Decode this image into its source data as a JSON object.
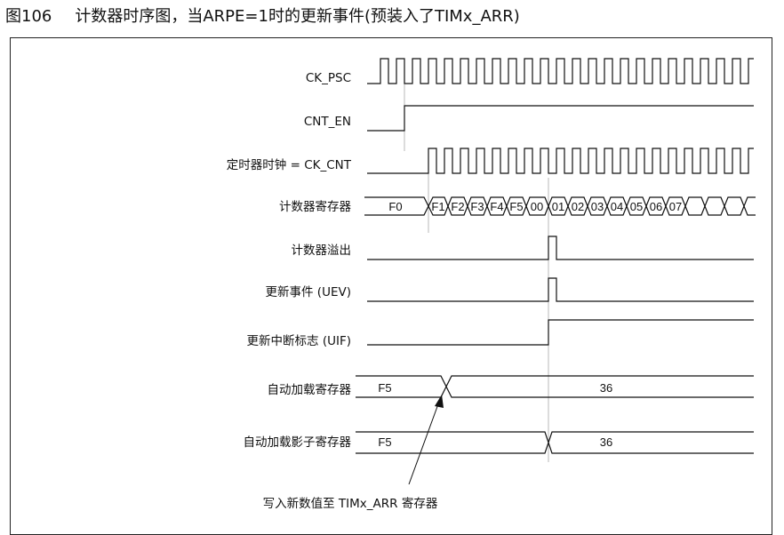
{
  "caption": {
    "figure_no": "图106",
    "title": "计数器时序图，当ARPE=1时的更新事件(预装入了TIMx_ARR)"
  },
  "signals": {
    "ck_psc": "CK_PSC",
    "cnt_en": "CNT_EN",
    "ck_cnt": "定时器时钟 = CK_CNT",
    "counter_reg": "计数器寄存器",
    "overflow": "计数器溢出",
    "uev": "更新事件 (UEV)",
    "uif": "更新中断标志 (UIF)",
    "arr": "自动加载寄存器",
    "arr_shadow": "自动加载影子寄存器"
  },
  "counter_values": [
    "F0",
    "F1",
    "F2",
    "F3",
    "F4",
    "F5",
    "00",
    "01",
    "02",
    "03",
    "04",
    "05",
    "06",
    "07"
  ],
  "arr_values": {
    "before": "F5",
    "after": "36"
  },
  "arr_shadow_values": {
    "before": "F5",
    "after": "36"
  },
  "annotation": "写入新数值至 TIMx_ARR 寄存器"
}
